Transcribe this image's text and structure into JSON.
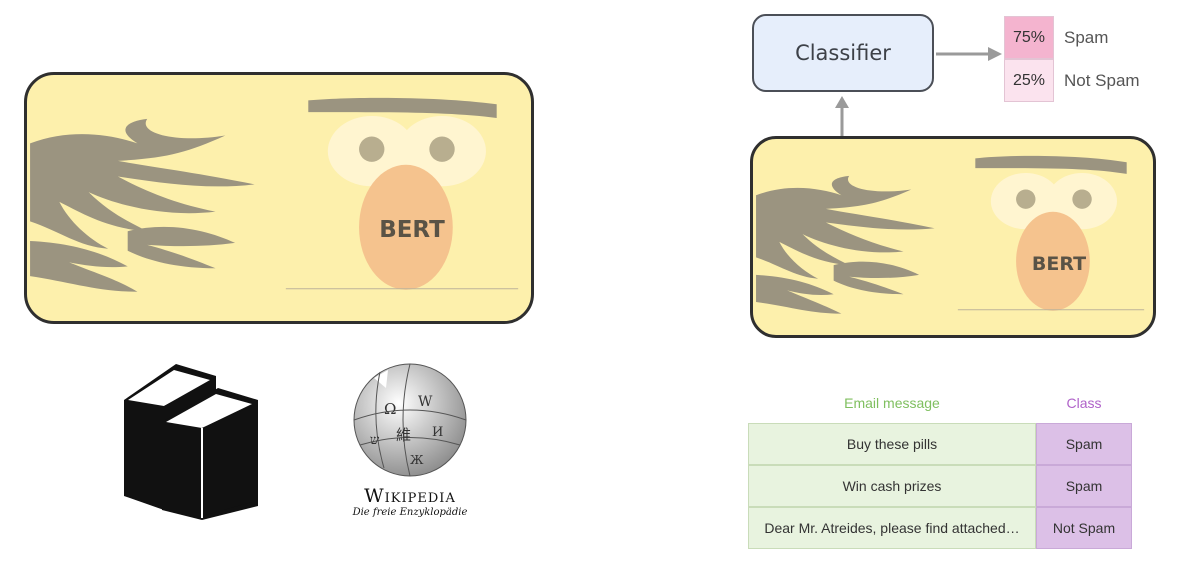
{
  "model_name": "BERT",
  "classifier": {
    "label": "Classifier"
  },
  "predictions": [
    {
      "percent": "75%",
      "label": "Spam",
      "color": "#f4b4cf"
    },
    {
      "percent": "25%",
      "label": "Not Spam",
      "color": "#fbe3ee"
    }
  ],
  "pretraining_sources": {
    "books_icon": "books-icon",
    "wikipedia": {
      "wordmark": "Wikipedia",
      "tagline": "Die freie Enzyklopädie",
      "globe_glyphs": [
        "Ω",
        "W",
        "維",
        "И",
        "ש",
        "Ж"
      ]
    }
  },
  "table": {
    "headers": {
      "message": "Email message",
      "class": "Class"
    },
    "header_colors": {
      "message": "#7fbf5f",
      "class": "#b063c9"
    },
    "rows": [
      {
        "message": "Buy these pills",
        "class": "Spam"
      },
      {
        "message": "Win cash prizes",
        "class": "Spam"
      },
      {
        "message": "Dear Mr. Atreides, please find attached…",
        "class": "Not Spam"
      }
    ]
  },
  "colors": {
    "card_fill": "#fdf0ac",
    "card_border": "#2f2f2f",
    "nose": "#f5c38e",
    "flames": "#9b9480",
    "classifier_fill": "#e6eefb"
  }
}
